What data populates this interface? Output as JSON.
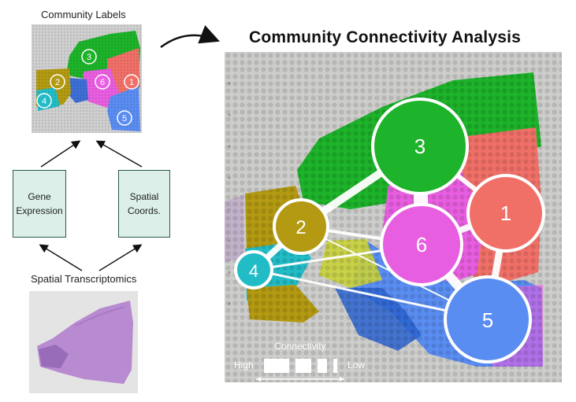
{
  "left_panel": {
    "community_labels_title": "Community Labels",
    "gene_expression_box": [
      "Gene",
      "Expression"
    ],
    "spatial_coords_box": [
      "Spatial",
      "Coords."
    ],
    "spatial_transcriptomics_title": "Spatial Transcriptomics",
    "thumb_labels": [
      "3",
      "2",
      "6",
      "1",
      "4",
      "5"
    ]
  },
  "main_panel": {
    "title": "Community Connectivity Analysis",
    "nodes": [
      {
        "label": "3",
        "color": "#1db32a"
      },
      {
        "label": "1",
        "color": "#f07068"
      },
      {
        "label": "6",
        "color": "#e85ee0"
      },
      {
        "label": "2",
        "color": "#b39a12"
      },
      {
        "label": "4",
        "color": "#22bcc6"
      },
      {
        "label": "5",
        "color": "#5a8df2"
      }
    ],
    "legend": {
      "title": "Connectivity",
      "high": "High",
      "low": "Low"
    }
  },
  "colors": {
    "community_green": "#1db32a",
    "community_salmon": "#f07068",
    "community_magenta": "#e85ee0",
    "community_olive": "#b39a12",
    "community_cyan": "#22bcc6",
    "community_blue": "#5a8df2",
    "box_fill": "#dcefe9",
    "box_border": "#2d5b4f",
    "tissue_purple": "#b88ad0"
  }
}
